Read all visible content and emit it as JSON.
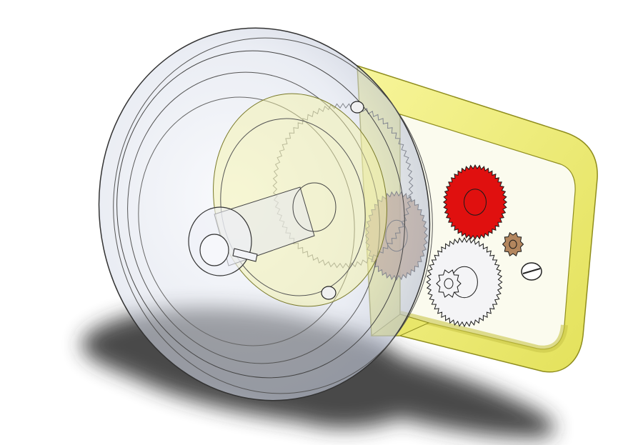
{
  "scene": {
    "subject": "cad-gearbox-assembly",
    "colors": {
      "background": "#ffffff",
      "housing": "#f2f07a",
      "housing_edge": "#b5b32a",
      "dome": "#dfe3ee",
      "red_gear": "#e0100f",
      "bronze_gear": "#b3865e",
      "white_gear": "#f4f4f6",
      "shadow": "#2a2a2a"
    },
    "gears": [
      {
        "name": "red",
        "teeth": 44
      },
      {
        "name": "white",
        "teeth": 48
      },
      {
        "name": "bronze-pinion",
        "teeth": 10
      },
      {
        "name": "white-pinion",
        "teeth": 10
      },
      {
        "name": "bronze-large",
        "teeth": 40
      },
      {
        "name": "inner-ring",
        "teeth": 72
      }
    ]
  }
}
